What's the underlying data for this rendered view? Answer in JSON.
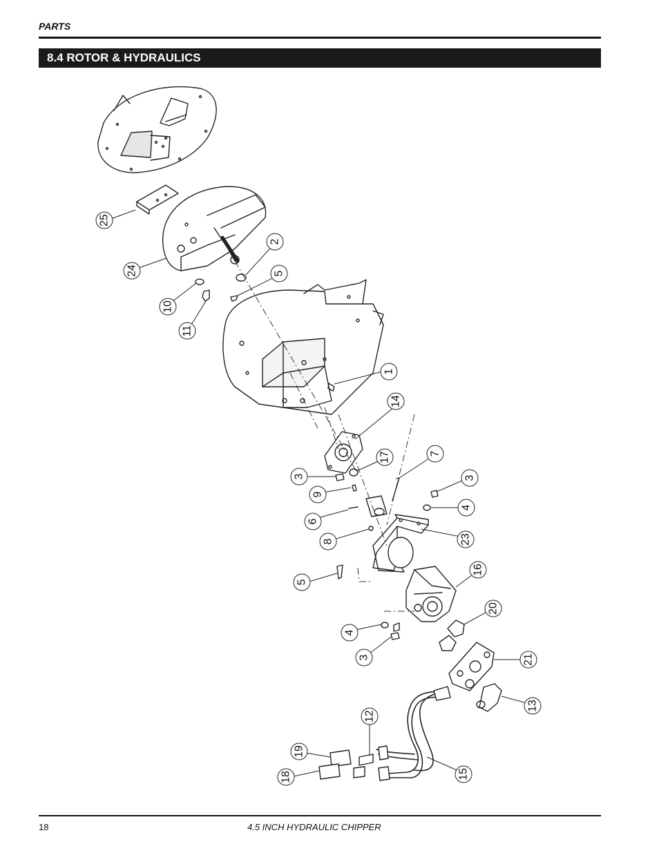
{
  "header": {
    "section_label": "PARTS"
  },
  "section": {
    "title": "8.4  ROTOR & HYDRAULICS"
  },
  "callouts": {
    "c25": "25",
    "c24": "24",
    "c2": "2",
    "c5a": "5",
    "c10": "10",
    "c11": "11",
    "c1": "1",
    "c14": "14",
    "c3a": "3",
    "c17": "17",
    "c7": "7",
    "c3b": "3",
    "c9": "9",
    "c4a": "4",
    "c6": "6",
    "c8": "8",
    "c23": "23",
    "c5b": "5",
    "c16": "16",
    "c20": "20",
    "c4b": "4",
    "c3c": "3",
    "c21": "21",
    "c13": "13",
    "c12": "12",
    "c19": "19",
    "c18": "18",
    "c15": "15"
  },
  "footer": {
    "page_number": "18",
    "document_title": "4.5 INCH HYDRAULIC CHIPPER"
  }
}
